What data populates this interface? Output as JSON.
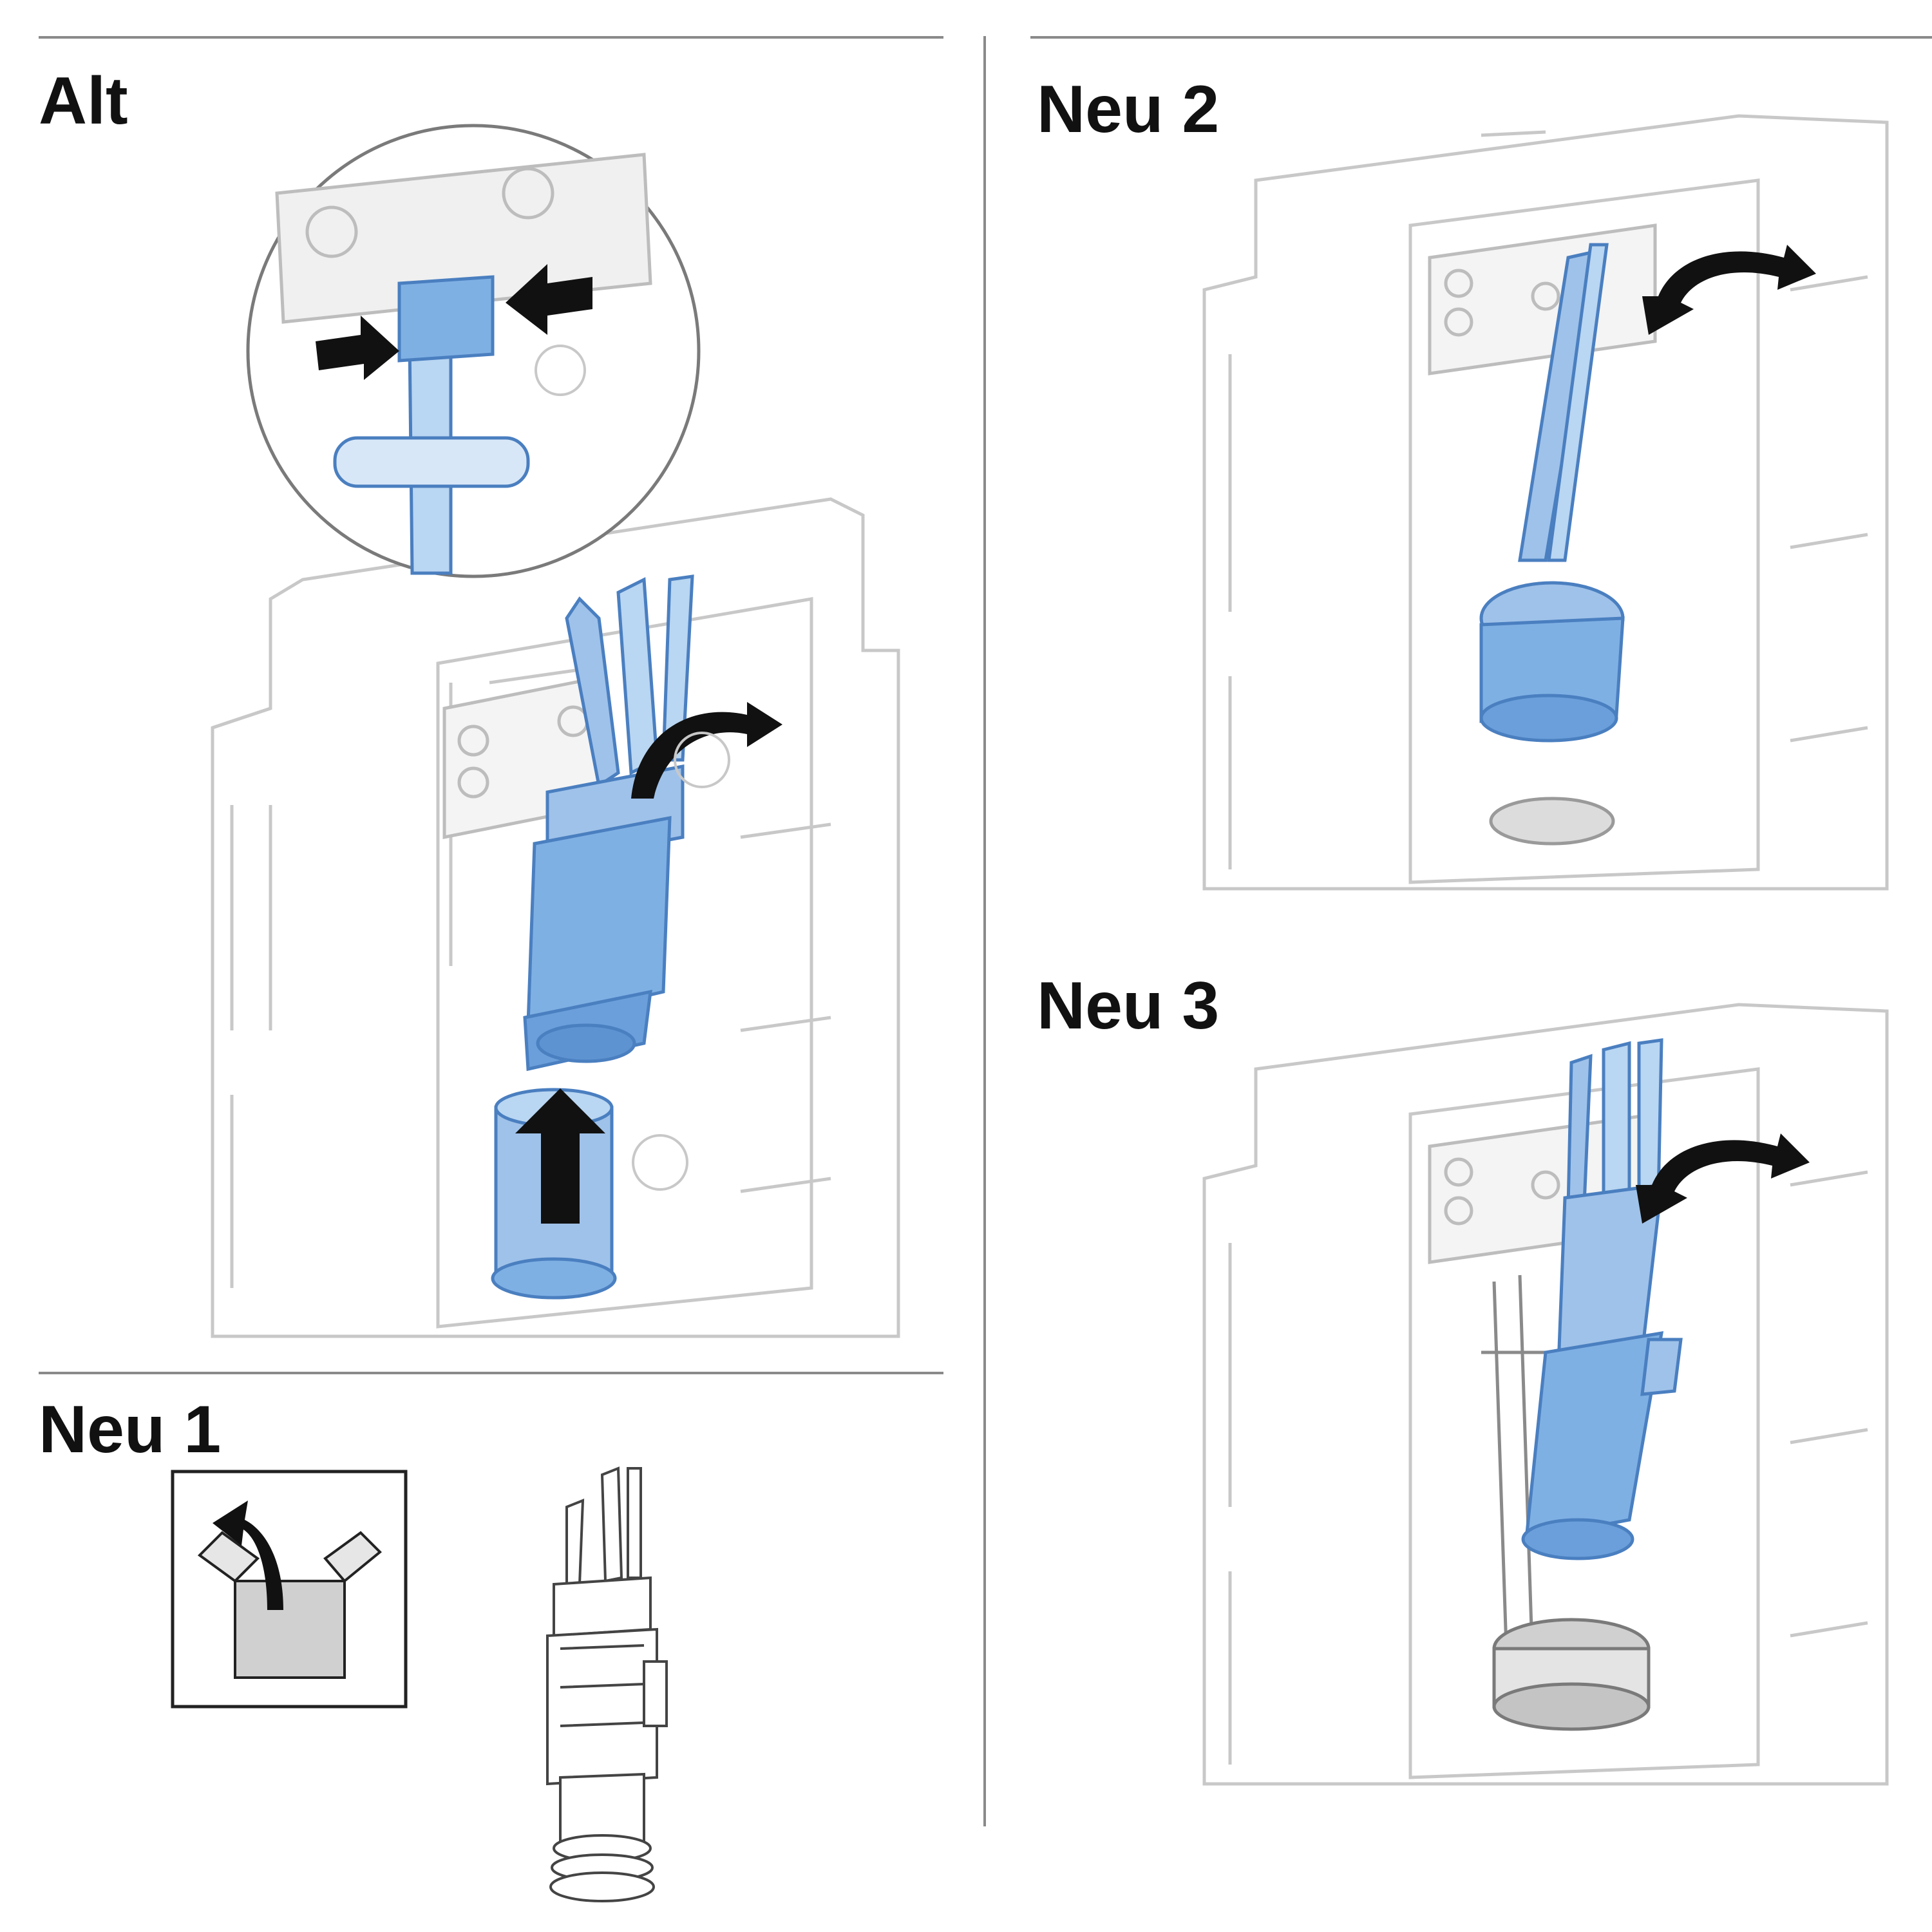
{
  "panels": {
    "alt": {
      "title": "Alt"
    },
    "neu1": {
      "title": "Neu 1"
    },
    "neu2": {
      "title": "Neu 2"
    },
    "neu3": {
      "title": "Neu 3"
    }
  },
  "colors": {
    "part_blue": "#7fb0e4",
    "part_blue_dark": "#4a7fc0",
    "part_blue_light": "#b9d6f2",
    "outline_gray": "#c8c8c8",
    "arrow_black": "#111111",
    "rule_gray": "#8a8a8a"
  },
  "icons": [
    "press-arrows-icon",
    "swing-arrow-icon",
    "lift-arrow-icon",
    "open-box-icon",
    "magnifier-circle-icon"
  ]
}
